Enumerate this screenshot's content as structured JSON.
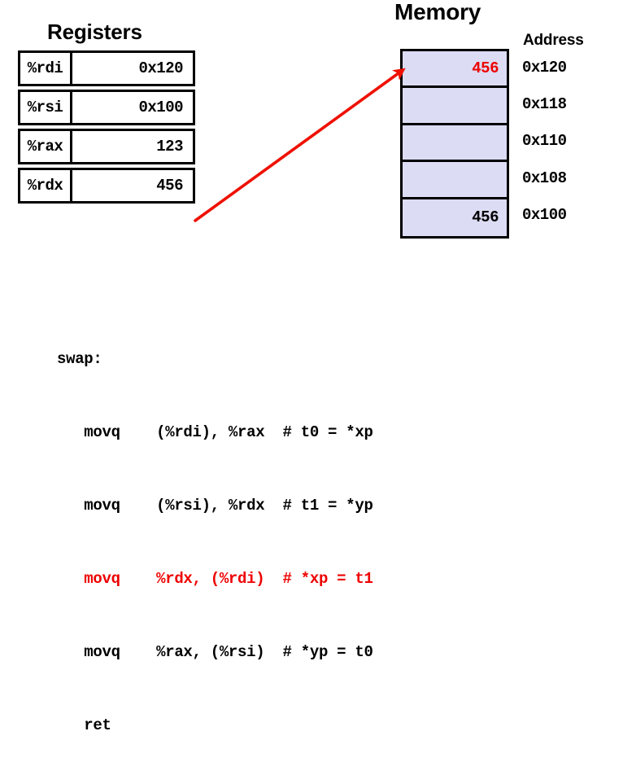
{
  "registers": {
    "title": "Registers",
    "rows": [
      {
        "name": "%rdi",
        "value": "0x120"
      },
      {
        "name": "%rsi",
        "value": "0x100"
      },
      {
        "name": "%rax",
        "value": "123"
      },
      {
        "name": "%rdx",
        "value": "456"
      }
    ]
  },
  "memory": {
    "title": "Memory",
    "address_header": "Address",
    "cell_fill": "#dcdcf5",
    "highlight_color": "#ee0000",
    "rows": [
      {
        "address": "0x120",
        "value": "456",
        "highlighted": true
      },
      {
        "address": "0x118",
        "value": "",
        "highlighted": false
      },
      {
        "address": "0x110",
        "value": "",
        "highlighted": false
      },
      {
        "address": "0x108",
        "value": "",
        "highlighted": false
      },
      {
        "address": "0x100",
        "value": "456",
        "highlighted": false
      }
    ]
  },
  "arrow": {
    "color": "#ee1100",
    "from_label": "%rdx register value",
    "to_label": "memory cell 0x120"
  },
  "code": {
    "lines": [
      {
        "text": "swap:",
        "highlighted": false
      },
      {
        "text": "   movq    (%rdi), %rax  # t0 = *xp",
        "highlighted": false
      },
      {
        "text": "   movq    (%rsi), %rdx  # t1 = *yp",
        "highlighted": false
      },
      {
        "text": "   movq    %rdx, (%rdi)  # *xp = t1",
        "highlighted": true
      },
      {
        "text": "   movq    %rax, (%rsi)  # *yp = t0",
        "highlighted": false
      },
      {
        "text": "   ret",
        "highlighted": false
      }
    ]
  }
}
